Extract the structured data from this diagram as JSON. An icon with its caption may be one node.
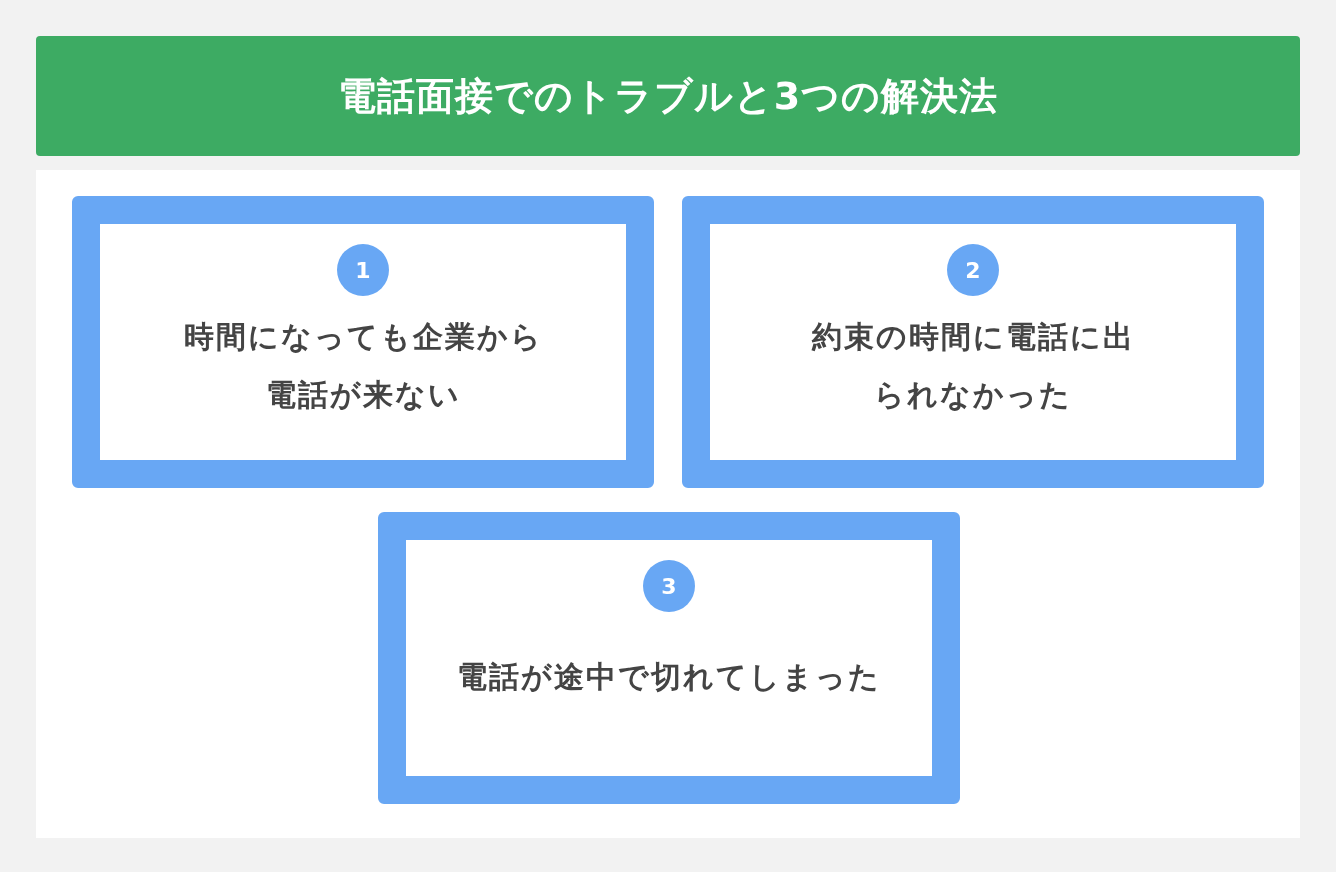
{
  "diagram": {
    "title": "電話面接でのトラブルと3つの解決法",
    "nodes": [
      {
        "text": [
          "1",
          "時間になっても企業から電話が来ない"
        ]
      },
      {
        "text": [
          "2",
          "約束の時間に電話に出られなかった"
        ]
      },
      {
        "text": [
          "3",
          "電話が途中で切れてしまった"
        ]
      }
    ]
  }
}
